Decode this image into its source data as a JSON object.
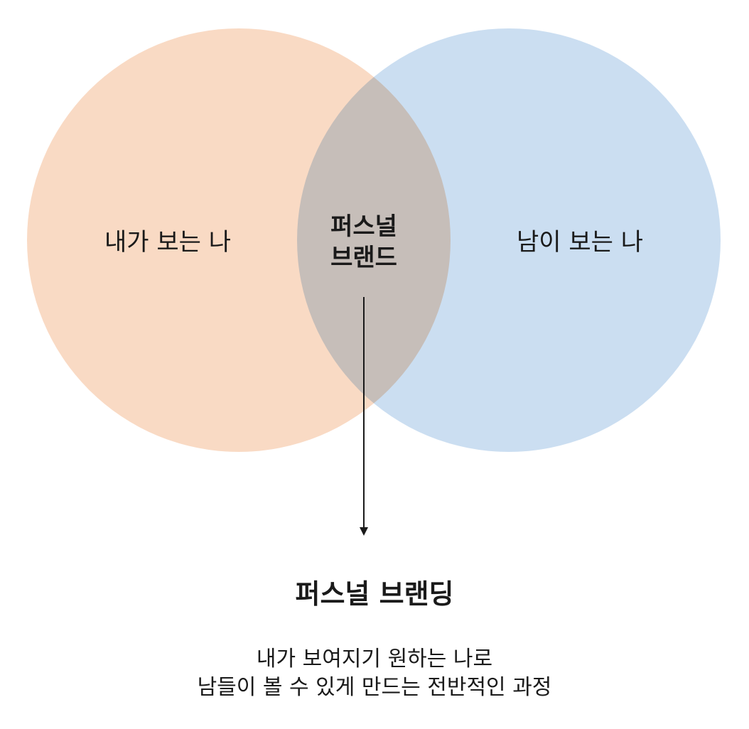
{
  "diagram": {
    "left_circle": {
      "label": "내가 보는 나",
      "color": "#f9dac4"
    },
    "right_circle": {
      "label": "남이 보는 나",
      "color": "#c4d9ef"
    },
    "intersection": {
      "label_line1": "퍼스널",
      "label_line2": "브랜드"
    }
  },
  "result": {
    "title": "퍼스널 브랜딩",
    "description_line1": "내가 보여지기 원하는 나로",
    "description_line2": "남들이 볼 수 있게 만드는 전반적인 과정"
  }
}
